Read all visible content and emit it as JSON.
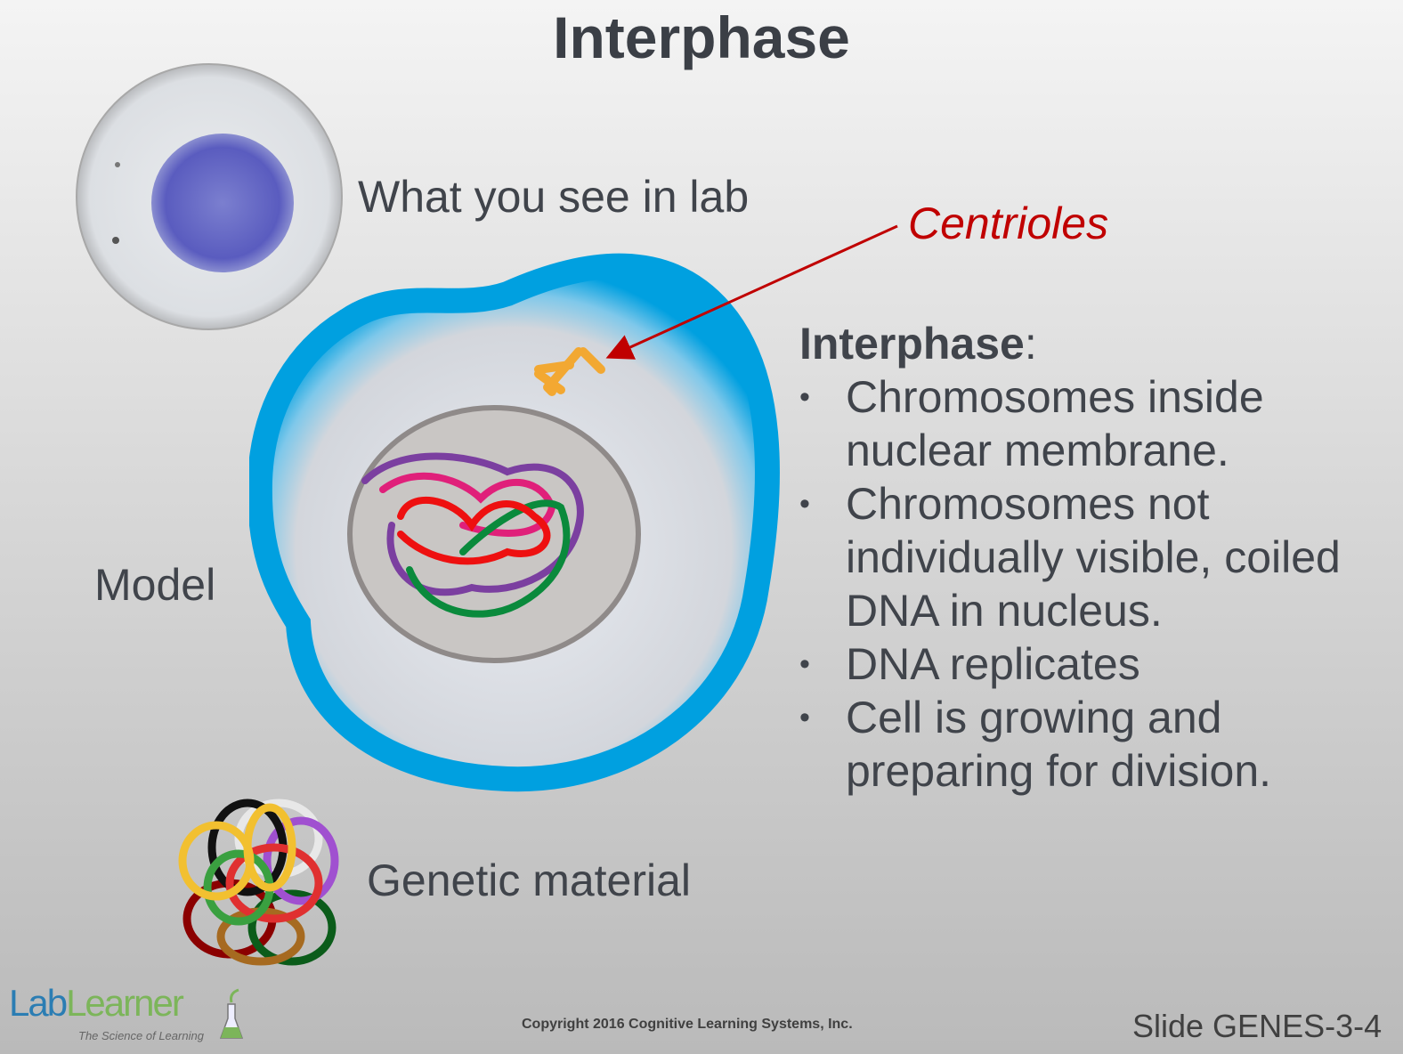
{
  "title": "Interphase",
  "labels": {
    "lab": "What you see in lab",
    "model": "Model",
    "genetic": "Genetic material",
    "centrioles": "Centrioles"
  },
  "panel": {
    "heading": "Interphase",
    "colon": ":",
    "bullet": "•",
    "items": [
      "Chromosomes inside nuclear membrane.",
      "Chromosomes not individually visible, coiled DNA in nucleus.",
      "DNA replicates",
      "Cell is growing and preparing for division."
    ]
  },
  "footer": {
    "copyright": "Copyright 2016 Cognitive Learning Systems, Inc.",
    "slide": "Slide GENES-3-4",
    "logo": {
      "lab": "Lab",
      "learner": "Learner",
      "tagline": "The Science of Learning"
    }
  },
  "colors": {
    "membrane": "#00a0e0",
    "accent": "#c00000",
    "text": "#40444b"
  }
}
